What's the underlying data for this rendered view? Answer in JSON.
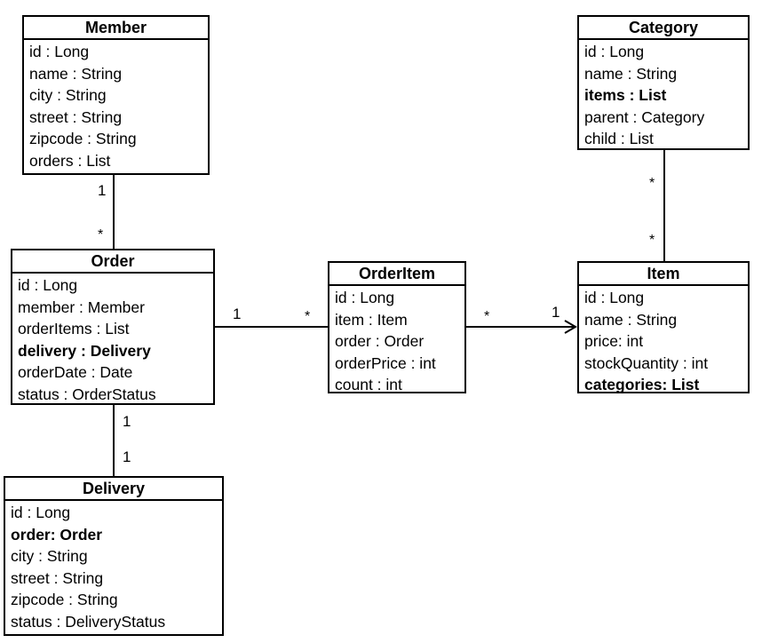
{
  "classes": {
    "member": {
      "title": "Member",
      "attrs": [
        "id : Long",
        "name : String",
        "city : String",
        "street : String",
        "zipcode : String",
        "orders : List"
      ]
    },
    "order": {
      "title": "Order",
      "attrs": [
        "id : Long",
        "member : Member",
        "orderItems : List",
        "delivery : Delivery",
        "orderDate : Date",
        "status : OrderStatus"
      ]
    },
    "delivery": {
      "title": "Delivery",
      "attrs": [
        "id : Long",
        "order: Order",
        "city : String",
        "street : String",
        "zipcode : String",
        "status : DeliveryStatus"
      ]
    },
    "orderitem": {
      "title": "OrderItem",
      "attrs": [
        "id : Long",
        "item : Item",
        "order : Order",
        "orderPrice : int",
        "count : int"
      ]
    },
    "category": {
      "title": "Category",
      "attrs": [
        "id : Long",
        "name : String",
        "items : List",
        "parent : Category",
        "child : List"
      ]
    },
    "item": {
      "title": "Item",
      "attrs": [
        "id : Long",
        "name : String",
        "price: int",
        "stockQuantity : int",
        "categories: List"
      ]
    }
  },
  "multiplicities": {
    "member_order_member": "1",
    "member_order_order": "*",
    "order_orderitem_order": "1",
    "order_orderitem_orderitem": "*",
    "orderitem_item_orderitem": "*",
    "orderitem_item_item": "1",
    "order_delivery_order": "1",
    "order_delivery_delivery": "1",
    "category_item_category": "*",
    "category_item_item": "*"
  }
}
